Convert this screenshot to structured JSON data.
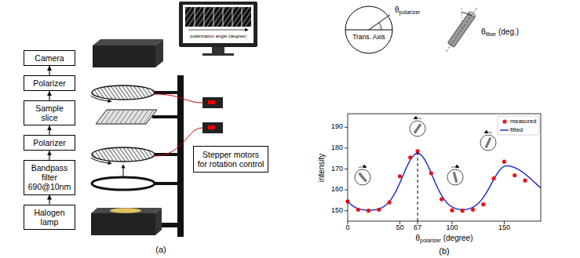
{
  "diagram": {
    "nodes": [
      {
        "text": [
          "Camera"
        ]
      },
      {
        "text": [
          "Polarizer"
        ]
      },
      {
        "text": [
          "Sample slice"
        ]
      },
      {
        "text": [
          "Polarizer"
        ]
      },
      {
        "text": [
          "Bandpass filter 690@10nm"
        ]
      },
      {
        "text": [
          "Halogen lamp"
        ]
      },
      {
        "text": [
          "Stepper motors for rotation control"
        ]
      }
    ],
    "edges": [
      {
        "from": 5,
        "to": 4,
        "arrow": "to"
      },
      {
        "from": 4,
        "to": 3,
        "arrow": "to"
      },
      {
        "from": 3,
        "to": 2,
        "arrow": "to"
      },
      {
        "from": 2,
        "to": 1,
        "arrow": "to"
      },
      {
        "from": 1,
        "to": 0,
        "arrow": "to"
      }
    ],
    "labels": [
      "polarization angle (degree)",
      "(a)",
      "Trans. Axis",
      "θpolarizer",
      "θfiber (deg.)",
      "intensity",
      "190",
      "180",
      "170",
      "160",
      "150",
      "0",
      "50",
      "67",
      "100",
      "150",
      "θpolarizer (degree)",
      "(b)"
    ],
    "legend": [
      {
        "text": "measured"
      },
      {
        "text": "fitted"
      }
    ]
  }
}
